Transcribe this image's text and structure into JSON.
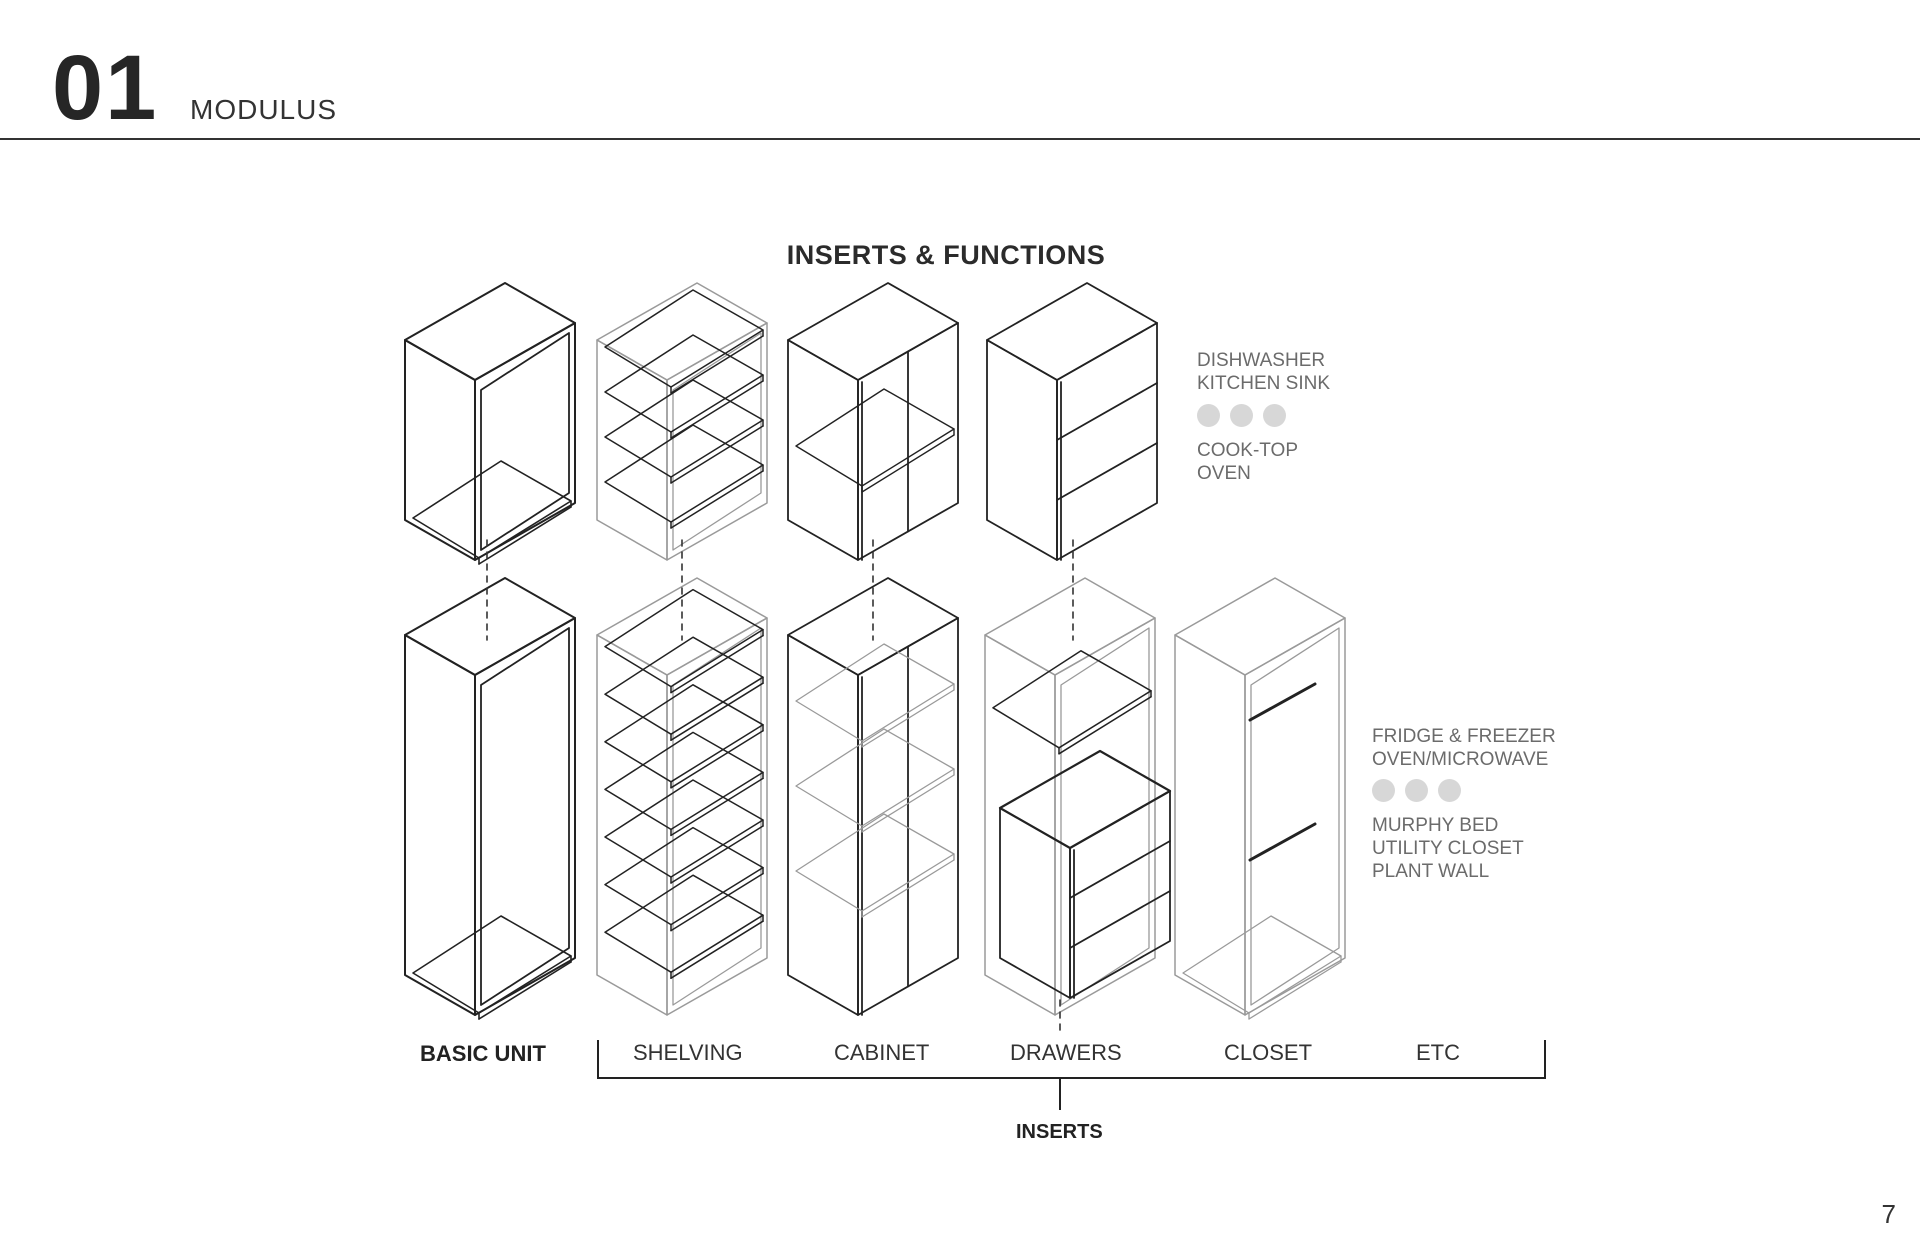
{
  "header": {
    "number": "01",
    "title": "MODULUS"
  },
  "diagram": {
    "title": "INSERTS & FUNCTIONS",
    "labels": {
      "basic_unit": "BASIC UNIT",
      "shelving": "SHELVING",
      "cabinet": "CABINET",
      "drawers": "DRAWERS",
      "closet": "CLOSET",
      "etc": "ETC",
      "inserts": "INSERTS"
    },
    "notes_top": {
      "before": "DISHWASHER\nKITCHEN SINK",
      "after": "COOK-TOP\nOVEN"
    },
    "notes_tall": {
      "before": "FRIDGE & FREEZER\nOVEN/MICROWAVE",
      "after": "MURPHY BED\nUTILITY CLOSET\nPLANT WALL"
    },
    "colors": {
      "strong": "#222222",
      "light": "#9a9a9a",
      "dot": "#d7d7d7"
    }
  },
  "footer": {
    "page_number": "7"
  }
}
